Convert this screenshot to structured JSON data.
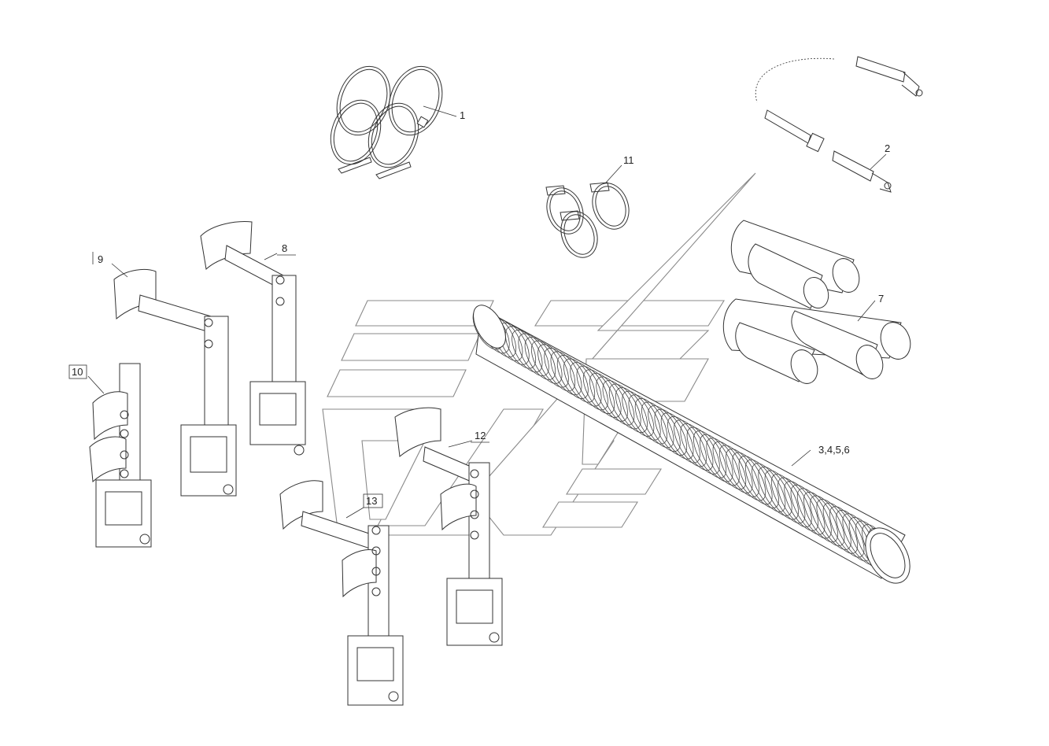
{
  "diagram": {
    "callouts": [
      {
        "id": "c1",
        "text": "1",
        "boxed": false,
        "underlined": false
      },
      {
        "id": "c2",
        "text": "2",
        "boxed": false,
        "underlined": false
      },
      {
        "id": "c3",
        "text": "3,4,5,6",
        "boxed": false,
        "underlined": false
      },
      {
        "id": "c7",
        "text": "7",
        "boxed": false,
        "underlined": false
      },
      {
        "id": "c8",
        "text": "8",
        "boxed": false,
        "underlined": true
      },
      {
        "id": "c9",
        "text": "9",
        "boxed": false,
        "underlined": false
      },
      {
        "id": "c10",
        "text": "10",
        "boxed": true,
        "underlined": false
      },
      {
        "id": "c11",
        "text": "11",
        "boxed": false,
        "underlined": false
      },
      {
        "id": "c12",
        "text": "12",
        "boxed": false,
        "underlined": true
      },
      {
        "id": "c13",
        "text": "13",
        "boxed": true,
        "underlined": false
      }
    ],
    "colors": {
      "line": "#333333",
      "watermark": "#8a8a8a",
      "background": "#ffffff"
    }
  }
}
